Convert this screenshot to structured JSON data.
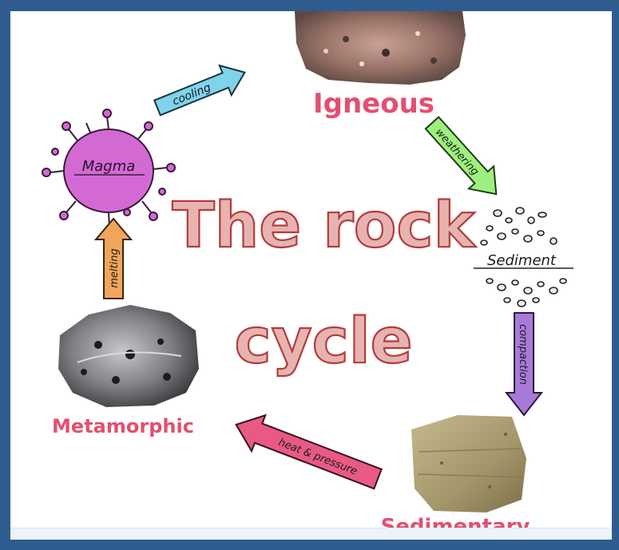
{
  "title": {
    "line1": "The rock",
    "line2": "cycle"
  },
  "stages": {
    "igneous": "Igneous",
    "sedimentary": "Sedimentary",
    "metamorphic": "Metamorphic",
    "magma": "Magma",
    "sediment": "Sediment"
  },
  "processes": {
    "cooling": "cooling",
    "weathering": "weathering",
    "compaction": "compaction",
    "heat_pressure": "heat & pressure",
    "melting": "melting"
  },
  "colors": {
    "frame": "#2f5c8f",
    "stage_label": "#e34f6f",
    "title_fill": "#e7b3b0",
    "title_stroke": "#b23c3c",
    "cooling_arrow": "#7fd3ea",
    "weathering_arrow": "#9ef07e",
    "compaction_arrow": "#a87ad8",
    "heat_arrow": "#e85a84",
    "melting_arrow": "#f0a55b",
    "magma": "#d36ad4"
  }
}
